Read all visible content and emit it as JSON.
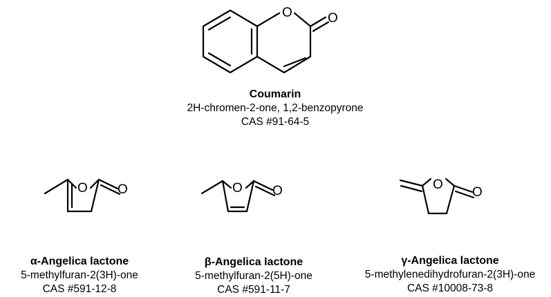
{
  "atoms": {
    "oxygen": "O"
  },
  "compounds": {
    "coumarin": {
      "name": "Coumarin",
      "iupac": "2H-chromen-2-one, 1,2-benzopyrone",
      "cas": "CAS #91-64-5"
    },
    "alpha": {
      "name": "α-Angelica lactone",
      "iupac": "5-methylfuran-2(3H)-one",
      "cas": "CAS #591-12-8"
    },
    "beta": {
      "name": "β-Angelica lactone",
      "iupac": "5-methylfuran-2(5H)-one",
      "cas": "CAS #591-11-7"
    },
    "gamma": {
      "name": "γ-Angelica lactone",
      "iupac": "5-methylenedihydrofuran-2(3H)-one",
      "cas": "CAS #10008-73-8"
    }
  }
}
